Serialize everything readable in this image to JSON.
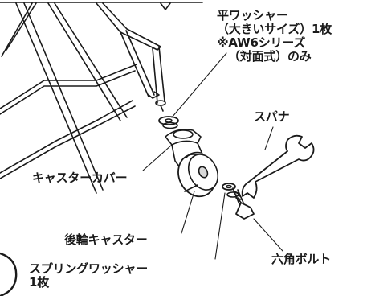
{
  "labels": {
    "washer_flat": [
      "平ワッシャー",
      "（大きいサイズ）1枚",
      "※AW6シリーズ",
      "（対面式）のみ"
    ],
    "spanner": "スパナ",
    "caster_cover": "キャスターカバー",
    "rear_caster": "後輪キャスター",
    "spring_washer": [
      "スプリングワッシャー",
      "1枚"
    ],
    "hex_bolt": "六角ボルト"
  },
  "colors": {
    "ink": "#1a1a1a",
    "paper": "#ffffff",
    "shade": "#d9d9d9"
  }
}
